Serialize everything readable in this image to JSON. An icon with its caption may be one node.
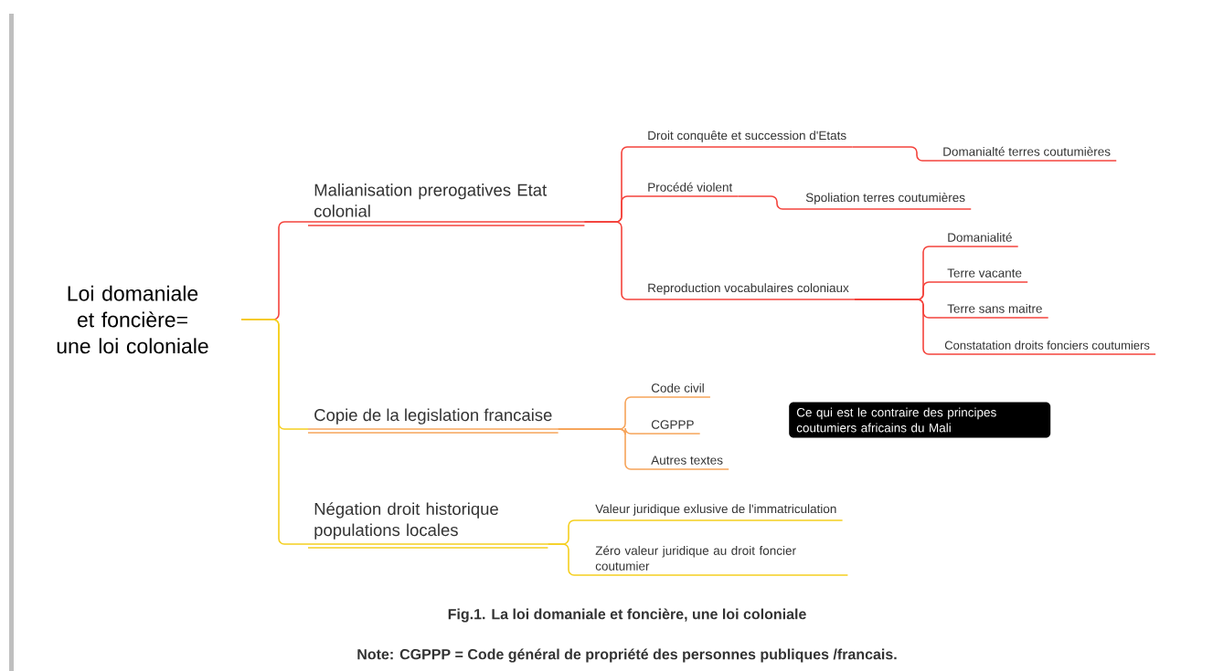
{
  "diagram": {
    "caption": "Fig.1. La loi domaniale et foncière, une loi coloniale",
    "nodes": [
      {
        "text": [
          "Loi domaniale et foncière= une loi coloniale"
        ]
      },
      {
        "text": [
          "Malianisation prerogatives Etat colonial"
        ]
      },
      {
        "text": [
          "Droit conquête et succession d'Etats"
        ]
      },
      {
        "text": [
          "Domanialté terres coutumières"
        ]
      },
      {
        "text": [
          "Procédé violent"
        ]
      },
      {
        "text": [
          "Spoliation terres coutumières"
        ]
      },
      {
        "text": [
          "Reproduction vocabulaires coloniaux"
        ]
      },
      {
        "text": [
          "Domanialité"
        ]
      },
      {
        "text": [
          "Terre vacante"
        ]
      },
      {
        "text": [
          "Terre sans maitre"
        ]
      },
      {
        "text": [
          "Constatation droits fonciers coutumiers"
        ]
      },
      {
        "text": [
          "Copie de la legislation francaise"
        ]
      },
      {
        "text": [
          "Code civil"
        ]
      },
      {
        "text": [
          "CGPPP"
        ]
      },
      {
        "text": [
          "Autres textes"
        ]
      },
      {
        "text": [
          "Ce qui est le contraire des principes coutumiers africains du Mali"
        ]
      },
      {
        "text": [
          "Négation droit historique populations locales"
        ]
      },
      {
        "text": [
          "Valeur juridique exlusive de l'immatriculation"
        ]
      },
      {
        "text": [
          "Zéro valeur juridique au droit foncier coutumier"
        ]
      }
    ],
    "edges": [
      {
        "from": 0,
        "to": 1,
        "arrow": "none"
      },
      {
        "from": 1,
        "to": 2,
        "arrow": "none"
      },
      {
        "from": 2,
        "to": 3,
        "arrow": "none"
      },
      {
        "from": 1,
        "to": 4,
        "arrow": "none"
      },
      {
        "from": 4,
        "to": 5,
        "arrow": "none"
      },
      {
        "from": 1,
        "to": 6,
        "arrow": "none"
      },
      {
        "from": 6,
        "to": 7,
        "arrow": "none"
      },
      {
        "from": 6,
        "to": 8,
        "arrow": "none"
      },
      {
        "from": 6,
        "to": 9,
        "arrow": "none"
      },
      {
        "from": 6,
        "to": 10,
        "arrow": "none"
      },
      {
        "from": 0,
        "to": 11,
        "arrow": "none",
        "color": "#f5cf1f"
      },
      {
        "from": 11,
        "to": 12,
        "arrow": "none",
        "color": "#f6a45a"
      },
      {
        "from": 11,
        "to": 13,
        "arrow": "none",
        "color": "#f6a45a"
      },
      {
        "from": 11,
        "to": 14,
        "arrow": "none",
        "color": "#f6a45a"
      },
      {
        "from": 0,
        "to": 16,
        "arrow": "none",
        "color": "#f5cf1f"
      },
      {
        "from": 16,
        "to": 17,
        "arrow": "none",
        "color": "#f5cf1f"
      },
      {
        "from": 16,
        "to": 18,
        "arrow": "none",
        "color": "#f5cf1f"
      }
    ],
    "labels": [
      "Note: CGPPP = Code général de propriété des personnes publiques /francais."
    ]
  }
}
